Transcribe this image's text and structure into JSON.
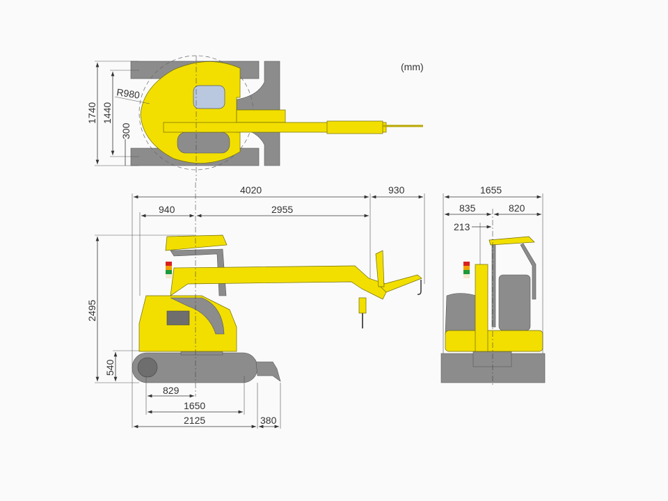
{
  "unit_label": "(mm)",
  "colors": {
    "machine_body": "#f2df00",
    "tracks_blade": "#8c8c8c",
    "background": "#fafafa"
  },
  "top_view": {
    "overall_width": "1740",
    "track_center_width": "1440",
    "track_shoe_width": "300",
    "tail_swing_radius": "R980"
  },
  "side_view": {
    "overall_length": "4020",
    "boom_tip_extension": "930",
    "rear_to_swing_center": "940",
    "swing_center_to_boom_tip": "2955",
    "overall_height": "2495",
    "ground_clearance_to_body": "540",
    "sprocket_to_swing_center": "829",
    "tumbler_distance": "1650",
    "crawler_length": "2125",
    "blade_length": "380"
  },
  "front_view": {
    "overall_width": "1655",
    "left_of_center": "835",
    "right_of_center": "820",
    "boom_offset": "213"
  }
}
